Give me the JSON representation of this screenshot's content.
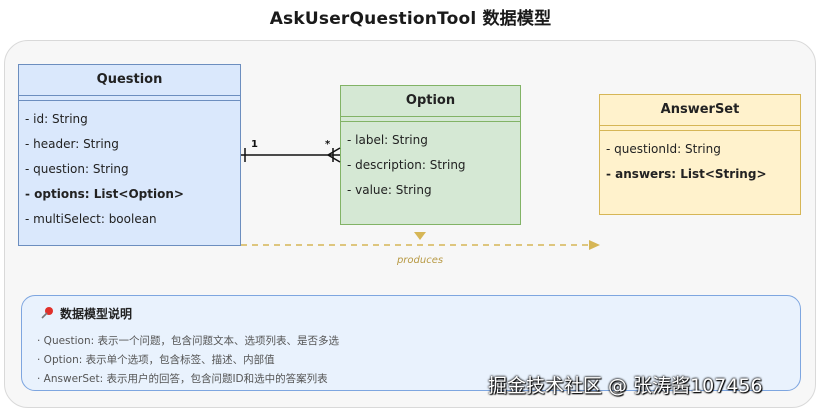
{
  "title": "AskUserQuestionTool 数据模型",
  "classes": {
    "question": {
      "name": "Question",
      "attributes": [
        "- id: String",
        "- header: String",
        "- question: String",
        "- options: List<Option>",
        "- multiSelect: boolean"
      ]
    },
    "option": {
      "name": "Option",
      "attributes": [
        "- label: String",
        "- description: String",
        "- value: String"
      ]
    },
    "answerset": {
      "name": "AnswerSet",
      "attributes": [
        "- questionId: String",
        "- answers: List<String>"
      ]
    }
  },
  "relations": {
    "one_to_many": {
      "from_multiplicity": "1",
      "to_multiplicity": "*"
    },
    "produces_label": "produces"
  },
  "note": {
    "icon": "pushpin-icon",
    "title": "数据模型说明",
    "lines": [
      "· Question: 表示一个问题，包含问题文本、选项列表、是否多选",
      "· Option: 表示单个选项，包含标签、描述、内部值",
      "· AnswerSet: 表示用户的回答，包含问题ID和选中的答案列表"
    ]
  },
  "watermark": "掘金技术社区 @ 张涛酱107456",
  "colors": {
    "question_fill": "#dae8fc",
    "question_stroke": "#6c8ebf",
    "option_fill": "#d5e8d4",
    "option_stroke": "#82b366",
    "answerset_fill": "#fff2cc",
    "answerset_stroke": "#d6b656",
    "note_fill": "#e9f2fd",
    "note_stroke": "#7ea6e0"
  }
}
